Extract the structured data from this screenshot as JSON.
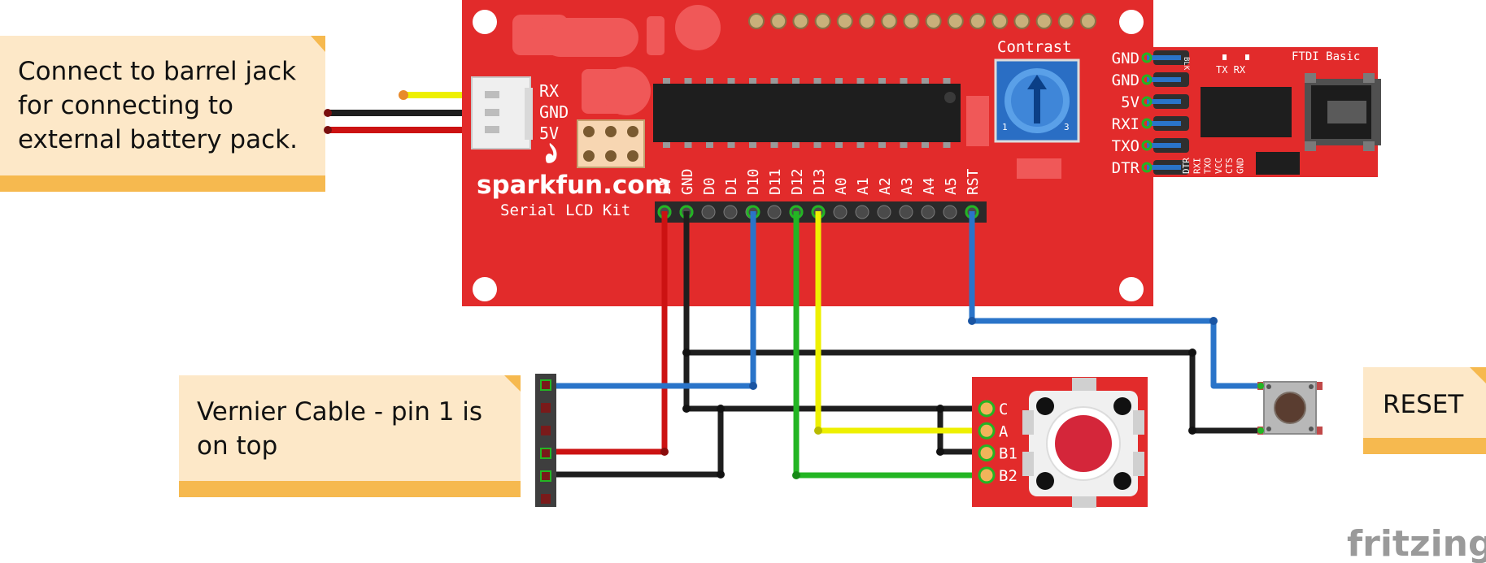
{
  "board": {
    "brand": "sparkfun.com",
    "name": "Serial LCD Kit",
    "contrast_label": "Contrast",
    "connector_labels": [
      "RX",
      "GND",
      "5V"
    ],
    "header_labels": [
      "5V",
      "GND",
      "D0",
      "D1",
      "D10",
      "D11",
      "D12",
      "D13",
      "A0",
      "A1",
      "A2",
      "A3",
      "A4",
      "A5",
      "RST"
    ],
    "side_labels": [
      "GND",
      "GND",
      "5V",
      "RXI",
      "TXO",
      "DTR"
    ],
    "color": "#e22b2b"
  },
  "ftdi": {
    "title": "FTDI Basic",
    "leds": "TX RX",
    "pins": [
      "DTR",
      "RXI",
      "TXO",
      "VCC",
      "CTS",
      "GND"
    ],
    "blk": "BLK"
  },
  "button": {
    "pins": [
      "C",
      "A",
      "B1",
      "B2"
    ]
  },
  "notes": {
    "barrel": "Connect to barrel jack\nfor connecting to\nexternal battery pack.",
    "vernier": "Vernier Cable - pin 1 is\non top",
    "reset": "RESET"
  },
  "watermark": "fritzing",
  "wire_colors": {
    "red": "#cc1212",
    "black": "#1e1e1e",
    "blue": "#2a74c9",
    "green": "#23b523",
    "yellow": "#eef000"
  }
}
